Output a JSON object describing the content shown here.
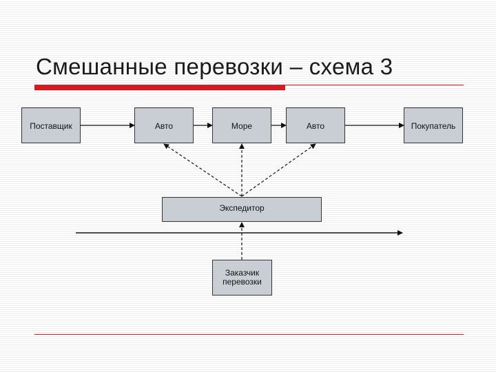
{
  "slide": {
    "title": "Смешанные перевозки – схема 3"
  },
  "colors": {
    "accent": "#d71920",
    "node_fill": "#c9ced5",
    "line": "#111111"
  },
  "nodes": {
    "supplier": "Поставщик",
    "auto1": "Авто",
    "sea": "Море",
    "auto2": "Авто",
    "buyer": "Покупатель",
    "forwarder": "Экспедитор",
    "customer": "Заказчик\nперевозки"
  }
}
